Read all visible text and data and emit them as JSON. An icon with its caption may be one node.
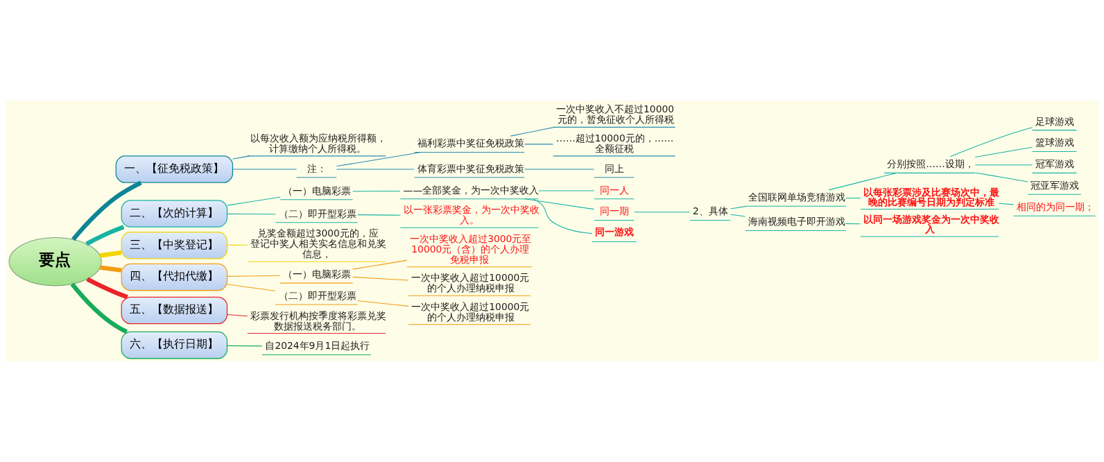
{
  "diagram": {
    "nodes": [
      {
        "text": [
          "要点"
        ]
      },
      {
        "text": [
          "一、【征免税政策】"
        ]
      },
      {
        "text": [
          "以每次收入额为应纳税所得额，计算缴纳个人所得税。"
        ]
      },
      {
        "text": [
          "注："
        ]
      },
      {
        "text": [
          "福利彩票中奖征免税政策"
        ]
      },
      {
        "text": [
          "一次中奖收入不超过10000元的，暂免征收个人所得税"
        ]
      },
      {
        "text": [
          "……超过10000元的，……全额征税"
        ]
      },
      {
        "text": [
          "体育彩票中奖征免税政策"
        ]
      },
      {
        "text": [
          "同上"
        ]
      },
      {
        "text": [
          "二、【次的计算】"
        ]
      },
      {
        "text": [
          "（一）电脑彩票"
        ]
      },
      {
        "text": [
          "——全部奖金，为一次中奖收入"
        ]
      },
      {
        "text": [
          "同一人"
        ]
      },
      {
        "text": [
          "同一期"
        ]
      },
      {
        "text": [
          "2、具体"
        ]
      },
      {
        "text": [
          "全国联网单场竞猜游戏"
        ]
      },
      {
        "text": [
          "分别按照……设期，"
        ]
      },
      {
        "text": [
          "足球游戏"
        ]
      },
      {
        "text": [
          "篮球游戏"
        ]
      },
      {
        "text": [
          "冠军游戏"
        ]
      },
      {
        "text": [
          "冠亚军游戏"
        ]
      },
      {
        "text": [
          "以每张彩票涉及比赛场次中，最晚的比赛编号日期为判定标准"
        ]
      },
      {
        "text": [
          "相同的为同一期；"
        ]
      },
      {
        "text": [
          "海南视频电子即开游戏"
        ]
      },
      {
        "text": [
          "以同一场游戏奖金为一次中奖收入"
        ]
      },
      {
        "text": [
          "同一游戏"
        ]
      },
      {
        "text": [
          "（二）即开型彩票"
        ]
      },
      {
        "text": [
          "以一张彩票奖金，为一次中奖收入。"
        ]
      },
      {
        "text": [
          "三、【中奖登记】"
        ]
      },
      {
        "text": [
          "兑奖金额超过3000元的，应登记中奖人相关实名信息和兑奖信息，"
        ]
      },
      {
        "text": [
          "四、【代扣代缴】"
        ]
      },
      {
        "text": [
          "（一）电脑彩票"
        ]
      },
      {
        "text": [
          "一次中奖收入超过3000元至10000元（含）的个人办理免税申报"
        ]
      },
      {
        "text": [
          "一次中奖收入超过10000元的个人办理纳税申报"
        ]
      },
      {
        "text": [
          "（二）即开型彩票"
        ]
      },
      {
        "text": [
          "一次中奖收入超过10000元的个人办理纳税申报"
        ]
      },
      {
        "text": [
          "五、【数据报送】"
        ]
      },
      {
        "text": [
          "彩票发行机构按季度将彩票兑奖数据报送税务部门。"
        ]
      },
      {
        "text": [
          "六、【执行日期】"
        ]
      },
      {
        "text": [
          "自2024年9月1日起执行"
        ]
      }
    ],
    "edges": [
      {
        "from": 0,
        "to": 1,
        "arrow": "none",
        "style": "thick",
        "color": "#0e8596"
      },
      {
        "from": 1,
        "to": 2,
        "arrow": "none",
        "color": "#2a8cb0"
      },
      {
        "from": 1,
        "to": 3,
        "arrow": "none",
        "color": "#2a8cb0"
      },
      {
        "from": 3,
        "to": 4,
        "arrow": "none",
        "color": "#2a8cb0"
      },
      {
        "from": 4,
        "to": 5,
        "arrow": "none",
        "color": "#2a8cb0"
      },
      {
        "from": 4,
        "to": 6,
        "arrow": "none",
        "color": "#2a8cb0"
      },
      {
        "from": 3,
        "to": 7,
        "arrow": "none",
        "color": "#2a8cb0"
      },
      {
        "from": 7,
        "to": 8,
        "arrow": "none",
        "color": "#2a8cb0"
      },
      {
        "from": 0,
        "to": 9,
        "arrow": "none",
        "style": "thick"
      },
      {
        "from": 9,
        "to": 10,
        "arrow": "none"
      },
      {
        "from": 10,
        "to": 11,
        "arrow": "none"
      },
      {
        "from": 11,
        "to": 12,
        "arrow": "none"
      },
      {
        "from": 11,
        "to": 13,
        "arrow": "none"
      },
      {
        "from": 13,
        "to": 14,
        "arrow": "none"
      },
      {
        "from": 14,
        "to": 15,
        "arrow": "none"
      },
      {
        "from": 15,
        "to": 16,
        "arrow": "none"
      },
      {
        "from": 16,
        "to": 17,
        "arrow": "none"
      },
      {
        "from": 16,
        "to": 18,
        "arrow": "none"
      },
      {
        "from": 16,
        "to": 19,
        "arrow": "none"
      },
      {
        "from": 16,
        "to": 20,
        "arrow": "none"
      },
      {
        "from": 15,
        "to": 21,
        "arrow": "none"
      },
      {
        "from": 21,
        "to": 22,
        "arrow": "none"
      },
      {
        "from": 14,
        "to": 23,
        "arrow": "none"
      },
      {
        "from": 23,
        "to": 24,
        "arrow": "none"
      },
      {
        "from": 11,
        "to": 25,
        "arrow": "none"
      },
      {
        "from": 9,
        "to": 26,
        "arrow": "none"
      },
      {
        "from": 26,
        "to": 27,
        "arrow": "none"
      },
      {
        "from": 0,
        "to": 28,
        "arrow": "none",
        "style": "thick",
        "color": "#f2d500"
      },
      {
        "from": 28,
        "to": 29,
        "arrow": "none",
        "color": "#f2d500"
      },
      {
        "from": 0,
        "to": 30,
        "arrow": "none",
        "style": "thick",
        "color": "#f39c12"
      },
      {
        "from": 30,
        "to": 31,
        "arrow": "none",
        "color": "#f39c12"
      },
      {
        "from": 31,
        "to": 32,
        "arrow": "none",
        "color": "#f39c12"
      },
      {
        "from": 31,
        "to": 33,
        "arrow": "none",
        "color": "#f39c12"
      },
      {
        "from": 30,
        "to": 34,
        "arrow": "none",
        "color": "#f39c12"
      },
      {
        "from": 34,
        "to": 35,
        "arrow": "none",
        "color": "#f39c12"
      },
      {
        "from": 0,
        "to": 36,
        "arrow": "none",
        "style": "thick",
        "color": "#e8262a"
      },
      {
        "from": 36,
        "to": 37,
        "arrow": "none",
        "color": "#e8262a"
      },
      {
        "from": 0,
        "to": 38,
        "arrow": "none",
        "style": "thick",
        "color": "#1aab5a"
      },
      {
        "from": 38,
        "to": 39,
        "arrow": "none",
        "color": "#1aab5a"
      }
    ]
  }
}
